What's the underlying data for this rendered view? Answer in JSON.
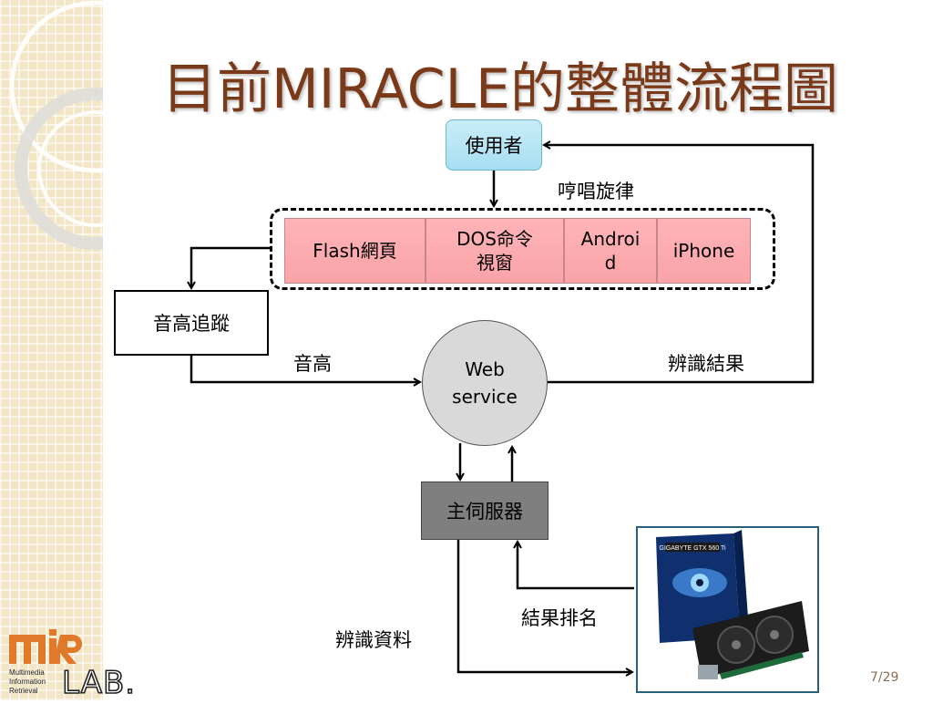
{
  "slide": {
    "title": "目前MIRACLE的整體流程圖",
    "page_number": "7/29"
  },
  "nodes": {
    "user": "使用者",
    "clients": [
      {
        "line1": "Flash網頁",
        "line2": ""
      },
      {
        "line1": "DOS命令",
        "line2": "視窗"
      },
      {
        "line1": "Androi",
        "line2": "d"
      },
      {
        "line1": "iPhone",
        "line2": ""
      }
    ],
    "pitch_tracking": "音高追蹤",
    "web_service": {
      "line1": "Web",
      "line2": "service"
    },
    "host_server": "主伺服器"
  },
  "edge_labels": {
    "humming": "哼唱旋律",
    "pitch": "音高",
    "recognition_result": "辨識結果",
    "result_ranking": "結果排名",
    "recognition_data": "辨識資料"
  },
  "logo": {
    "brand": "MIR LAB.",
    "lines": [
      "Multimedia",
      "Information",
      "Retrieval"
    ]
  },
  "graphics_card_label": "GIGABYTE GTX 560 Ti",
  "colors": {
    "title": "#7a3a1a",
    "user_box": "#a6dff2",
    "client_box": "#f9a3a7",
    "server_box": "#7f7f7f",
    "web_service": "#d9d9d9",
    "logo_orange": "#e07a2a"
  }
}
